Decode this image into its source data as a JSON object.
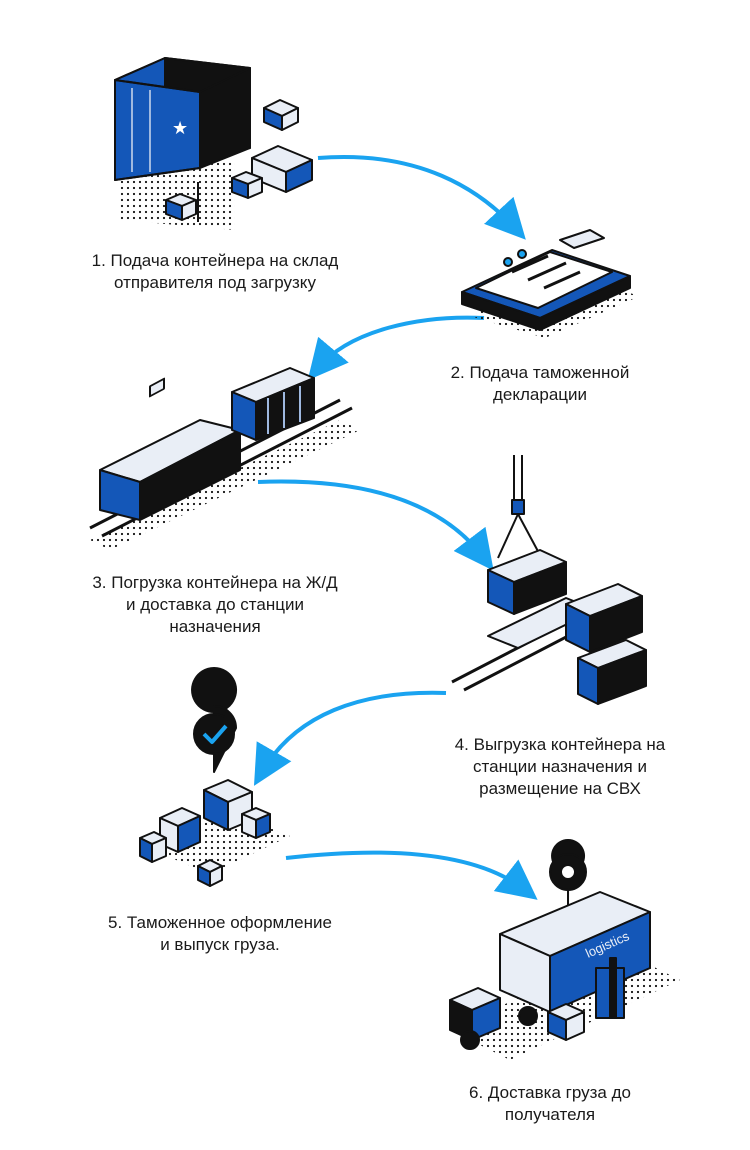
{
  "colors": {
    "accent": "#1aa3f0",
    "ink": "#111111",
    "fill": "#1457b8",
    "light": "#e9eef6"
  },
  "steps": [
    {
      "label": "1. Подача контейнера на склад\nотправителя под загрузку",
      "icon": "shipping-container-icon"
    },
    {
      "label": "2. Подача таможенной\nдекларации",
      "icon": "clipboard-declaration-icon"
    },
    {
      "label": "3. Погрузка контейнера на Ж/Д\nи доставка до станции\nназначения",
      "icon": "train-icon"
    },
    {
      "label": "4. Выгрузка контейнера на\nстанции назначения и\nразмещение на СВХ",
      "icon": "crane-unloading-icon"
    },
    {
      "label": "5. Таможенное оформление\nи выпуск груза.",
      "icon": "customs-clearance-icon"
    },
    {
      "label": "6. Доставка груза до\nполучателя",
      "icon": "delivery-truck-icon",
      "truck_text": "logistics"
    }
  ]
}
